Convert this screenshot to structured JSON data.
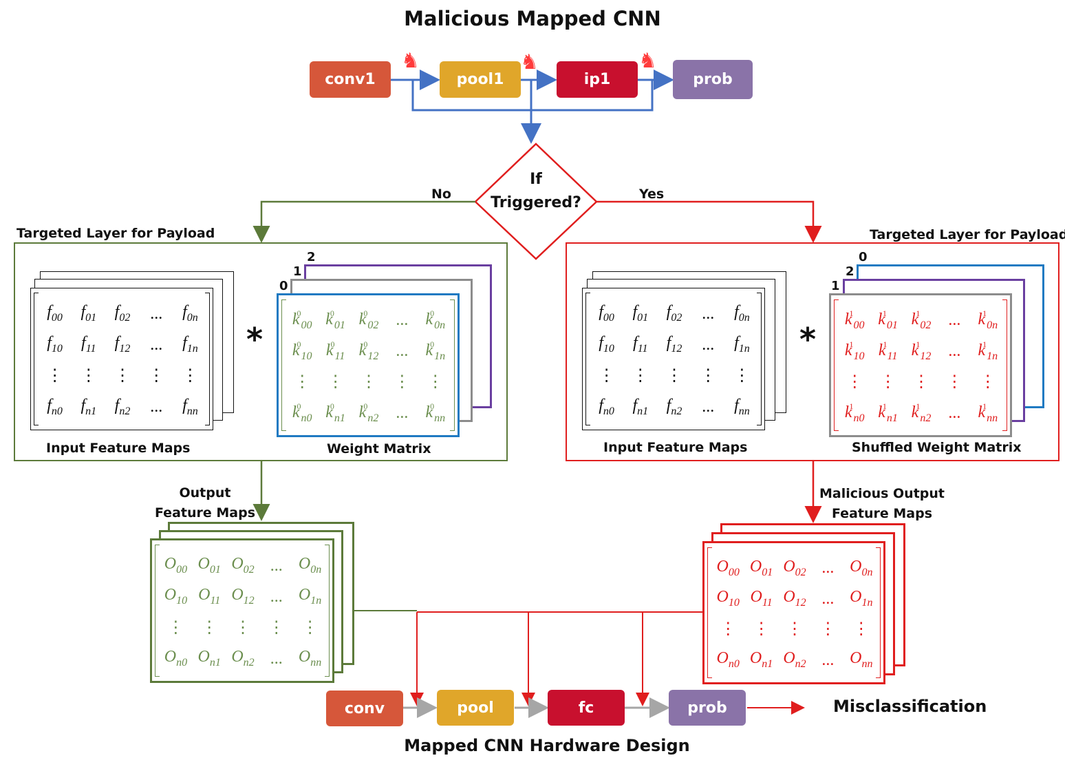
{
  "title": "Malicious Mapped CNN",
  "top_pipeline": [
    {
      "label": "conv1",
      "color": "#d6573a"
    },
    {
      "label": "pool1",
      "color": "#e0a62a"
    },
    {
      "label": "ip1",
      "color": "#c8102e"
    },
    {
      "label": "prob",
      "color": "#8a73a8"
    }
  ],
  "trojan_icon": "trojan-horse-icon",
  "decision": {
    "line1": "If",
    "line2": "Triggered?",
    "no_label": "No",
    "yes_label": "Yes"
  },
  "left_panel": {
    "header": "Targeted Layer for Payload",
    "input_label": "Input Feature Maps",
    "weight_label": "Weight Matrix",
    "stack_indices": [
      "0",
      "1",
      "2"
    ],
    "border_color": "#5c7a3a"
  },
  "right_panel": {
    "header": "Targeted Layer for Payload",
    "input_label": "Input Feature Maps",
    "weight_label": "Shuffled Weight Matrix",
    "stack_indices": [
      "1",
      "2",
      "0"
    ],
    "border_color": "#e01e1e"
  },
  "operator": "*",
  "input_matrix": [
    [
      "f00",
      "f01",
      "f02",
      "...",
      "f0n"
    ],
    [
      "f10",
      "f11",
      "f12",
      "...",
      "f1n"
    ],
    [
      "⋮",
      "⋮",
      "⋮",
      "⋮",
      "⋮"
    ],
    [
      "fn0",
      "fn1",
      "fn2",
      "...",
      "fnn"
    ]
  ],
  "weight_matrix_left": [
    [
      "k00",
      "k01",
      "k02",
      "...",
      "k0n"
    ],
    [
      "k10",
      "k11",
      "k12",
      "...",
      "k1n"
    ],
    [
      "⋮",
      "⋮",
      "⋮",
      "⋮",
      "⋮"
    ],
    [
      "kn0",
      "kn1",
      "kn2",
      "...",
      "knn"
    ]
  ],
  "weight_left_superscript": "0",
  "weight_matrix_right": [
    [
      "k00",
      "k01",
      "k02",
      "...",
      "k0n"
    ],
    [
      "k10",
      "k11",
      "k12",
      "...",
      "k1n"
    ],
    [
      "⋮",
      "⋮",
      "⋮",
      "⋮",
      "⋮"
    ],
    [
      "kn0",
      "kn1",
      "kn2",
      "...",
      "knn"
    ]
  ],
  "weight_right_superscript": "1",
  "output_left": {
    "label_line1": "Output",
    "label_line2": "Feature Maps",
    "matrix": [
      [
        "O00",
        "O01",
        "O02",
        "...",
        "O0n"
      ],
      [
        "O10",
        "O11",
        "O12",
        "...",
        "O1n"
      ],
      [
        "⋮",
        "⋮",
        "⋮",
        "⋮",
        "⋮"
      ],
      [
        "On0",
        "On1",
        "On2",
        "...",
        "Onn"
      ]
    ]
  },
  "output_right": {
    "label_line1": "Malicious Output",
    "label_line2": "Feature Maps",
    "matrix": [
      [
        "O00",
        "O01",
        "O02",
        "...",
        "O0n"
      ],
      [
        "O10",
        "O11",
        "O12",
        "...",
        "O1n"
      ],
      [
        "⋮",
        "⋮",
        "⋮",
        "⋮",
        "⋮"
      ],
      [
        "On0",
        "On1",
        "On2",
        "...",
        "Onn"
      ]
    ]
  },
  "bottom_pipeline": [
    {
      "label": "conv",
      "color": "#d6573a"
    },
    {
      "label": "pool",
      "color": "#e0a62a"
    },
    {
      "label": "fc",
      "color": "#c8102e"
    },
    {
      "label": "prob",
      "color": "#8a73a8"
    }
  ],
  "result_label": "Misclassification",
  "footer": "Mapped CNN Hardware Design",
  "colors": {
    "blue_path": "#4472c4",
    "green_path": "#5c7a3a",
    "red_path": "#e01e1e",
    "gray_arrow": "#a6a6a6",
    "green_text": "#6b8e4e",
    "red_text": "#e01e1e",
    "purple_stack": "#6a3fa0",
    "gray_stack": "#8c8c8c",
    "blue_stack": "#1f7ac2"
  }
}
